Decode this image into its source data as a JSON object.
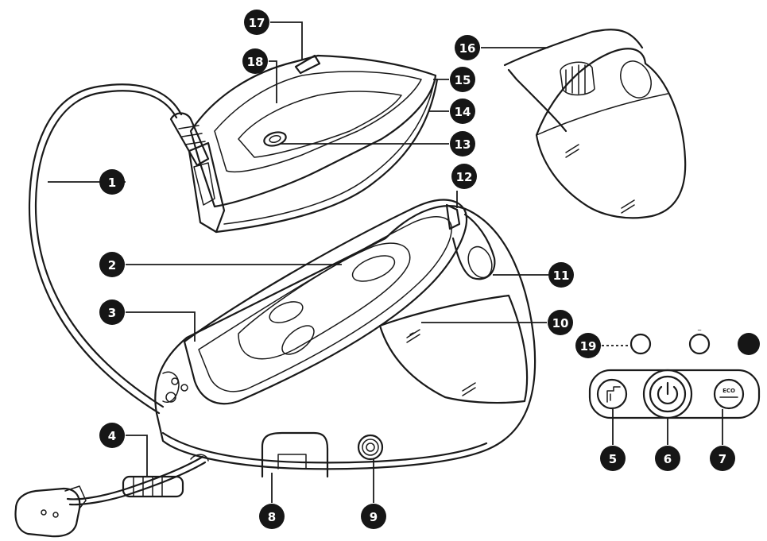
{
  "callouts": {
    "c1": "1",
    "c2": "2",
    "c3": "3",
    "c4": "4",
    "c5": "5",
    "c6": "6",
    "c7": "7",
    "c8": "8",
    "c9": "9",
    "c10": "10",
    "c11": "11",
    "c12": "12",
    "c13": "13",
    "c14": "14",
    "c15": "15",
    "c16": "16",
    "c17": "17",
    "c18": "18",
    "c19": "19"
  },
  "colors": {
    "ink": "#1a1a1a",
    "badge": "#161616",
    "fill": "#ffffff"
  }
}
